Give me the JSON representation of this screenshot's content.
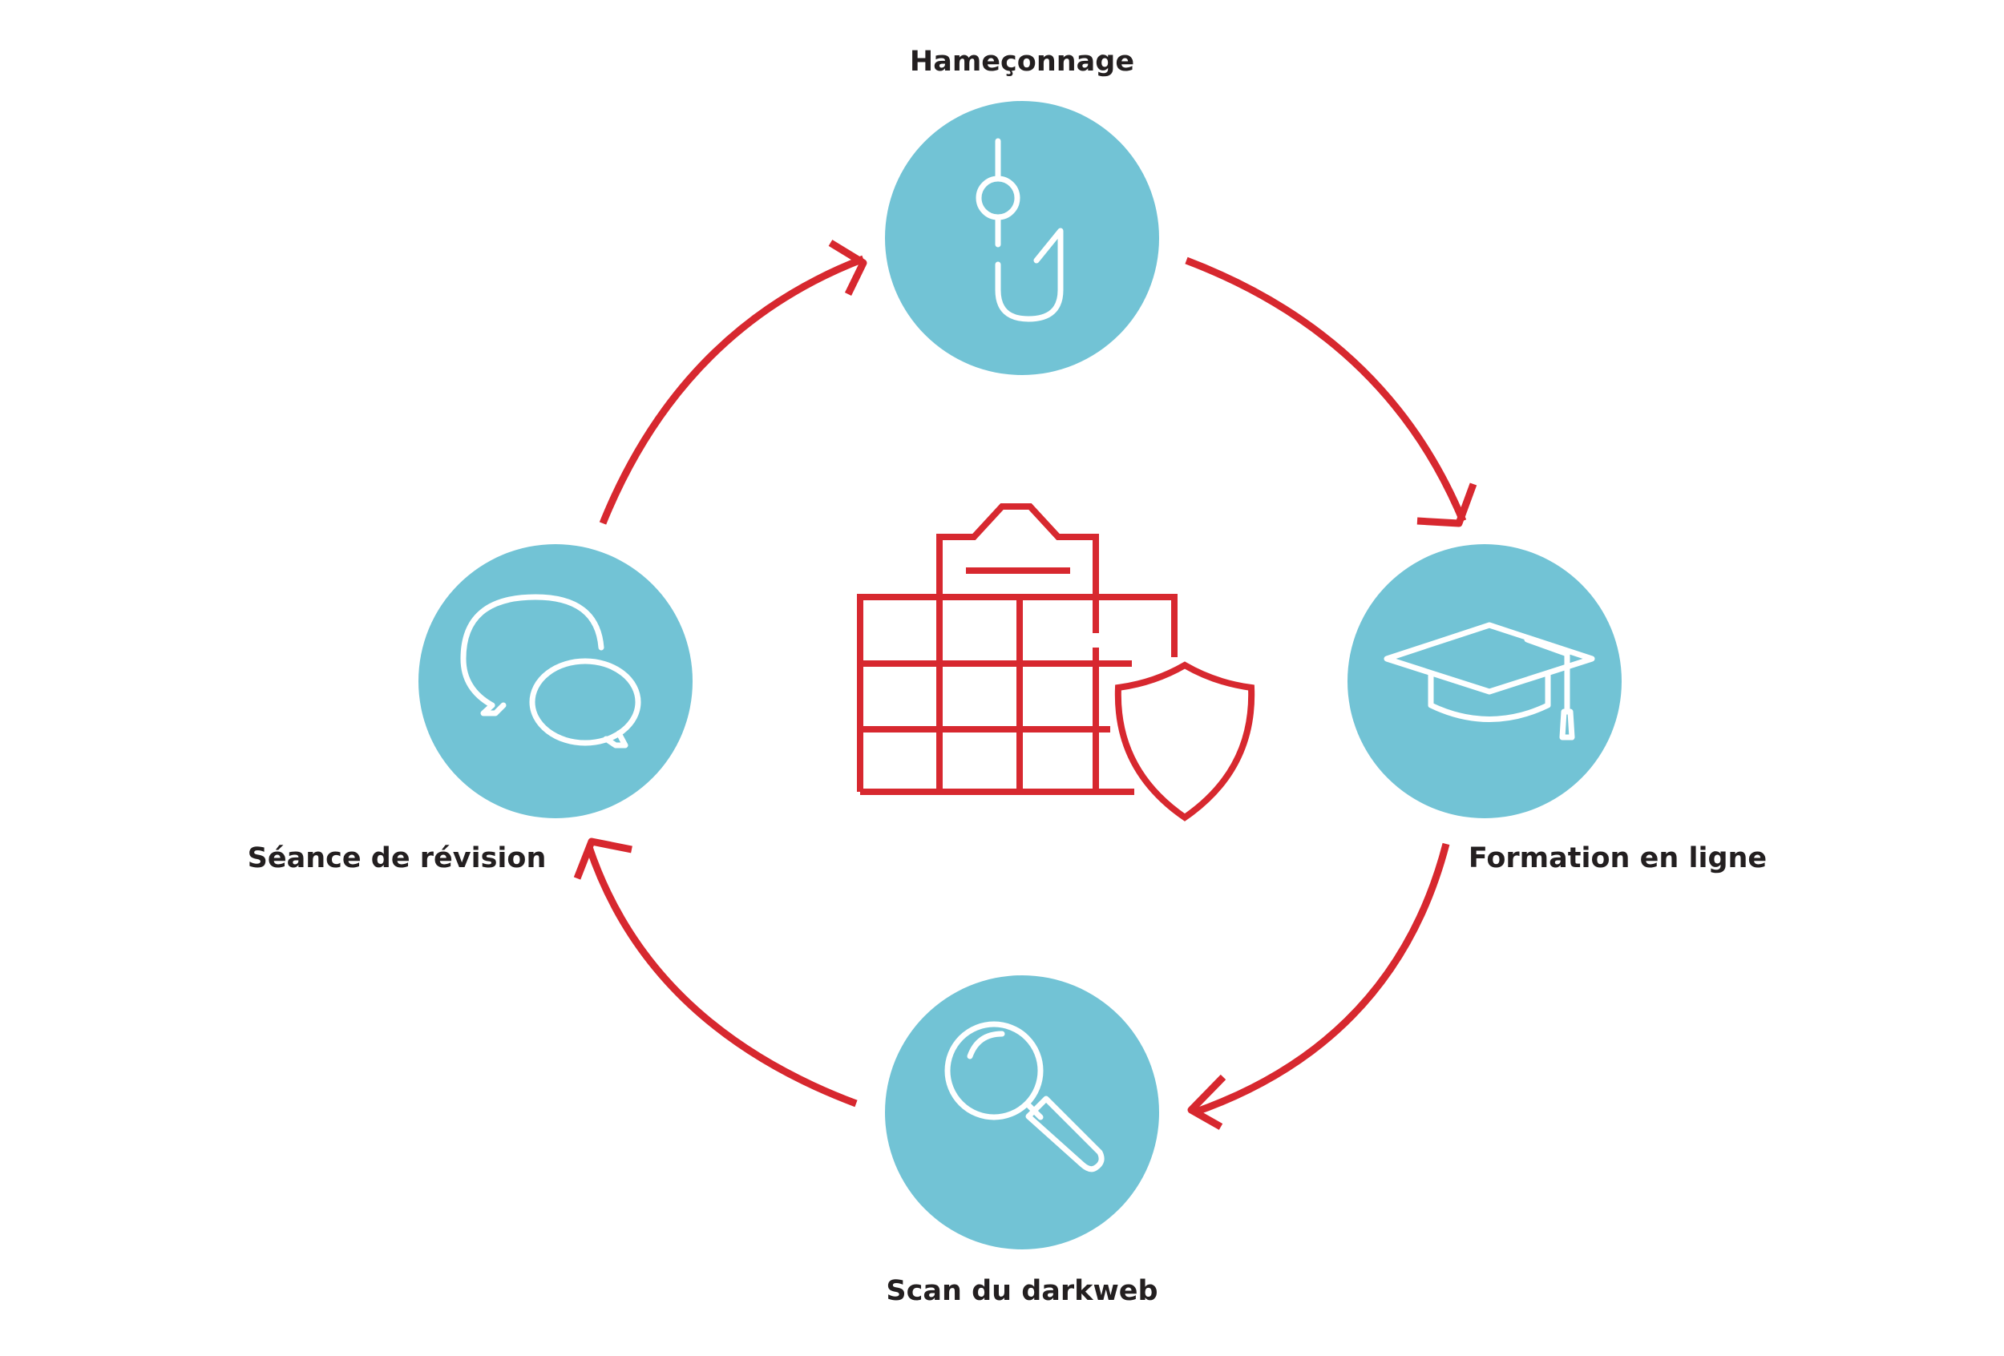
{
  "colors": {
    "circle": "#72c3d5",
    "arrow": "#d7282f",
    "icon_stroke": "#ffffff",
    "building": "#d7282f",
    "label_text": "#231f20",
    "background": "#ffffff"
  },
  "center": {
    "icon": "building-shield-icon"
  },
  "nodes": [
    {
      "key": "top",
      "label": "Hameçonnage",
      "icon": "fishing-hook-icon"
    },
    {
      "key": "right",
      "label": "Formation en ligne",
      "icon": "graduation-cap-icon"
    },
    {
      "key": "bottom",
      "label": "Scan du darkweb",
      "icon": "magnifying-glass-icon"
    },
    {
      "key": "left",
      "label": "Séance de révision",
      "icon": "speech-bubbles-icon"
    }
  ],
  "flow": [
    "top",
    "right",
    "bottom",
    "left",
    "top"
  ]
}
